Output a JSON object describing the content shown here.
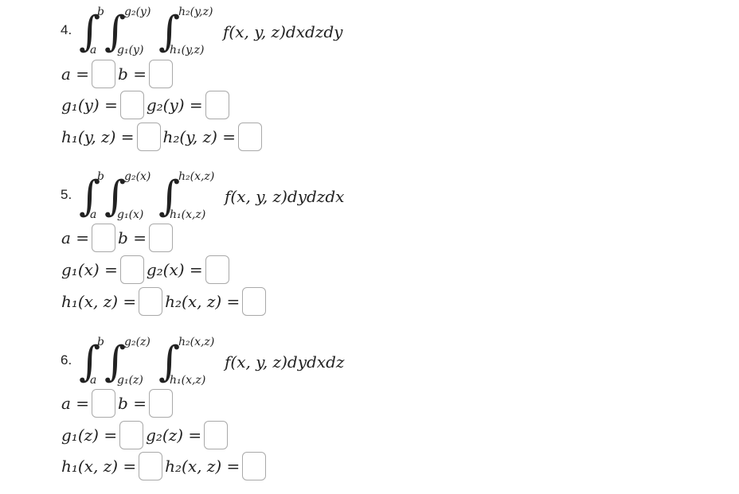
{
  "problems": [
    {
      "number": "4.",
      "lower_outer": "a",
      "upper_outer": "b",
      "lower_middle": "g₁(y)",
      "upper_middle": "g₂(y)",
      "lower_inner": "h₁(y,z)",
      "upper_inner": "h₂(y,z)",
      "integrand": "f(x, y, z)dxdzdy",
      "label_a": "a =",
      "label_b": "b =",
      "label_g1": "g₁(y) =",
      "label_g2": "g₂(y) =",
      "label_h1": "h₁(y, z) =",
      "label_h2": "h₂(y, z) =",
      "values": {
        "a": "",
        "b": "",
        "g1": "",
        "g2": "",
        "h1": "",
        "h2": ""
      }
    },
    {
      "number": "5.",
      "lower_outer": "a",
      "upper_outer": "b",
      "lower_middle": "g₁(x)",
      "upper_middle": "g₂(x)",
      "lower_inner": "h₁(x,z)",
      "upper_inner": "h₂(x,z)",
      "integrand": "f(x, y, z)dydzdx",
      "label_a": "a =",
      "label_b": "b =",
      "label_g1": "g₁(x) =",
      "label_g2": "g₂(x) =",
      "label_h1": "h₁(x, z) =",
      "label_h2": "h₂(x, z) =",
      "values": {
        "a": "",
        "b": "",
        "g1": "",
        "g2": "",
        "h1": "",
        "h2": ""
      }
    },
    {
      "number": "6.",
      "lower_outer": "a",
      "upper_outer": "b",
      "lower_middle": "g₁(z)",
      "upper_middle": "g₂(z)",
      "lower_inner": "h₁(x,z)",
      "upper_inner": "h₂(x,z)",
      "integrand": "f(x, y, z)dydxdz",
      "label_a": "a =",
      "label_b": "b =",
      "label_g1": "g₁(z) =",
      "label_g2": "g₂(z) =",
      "label_h1": "h₁(x, z) =",
      "label_h2": "h₂(x, z) =",
      "values": {
        "a": "",
        "b": "",
        "g1": "",
        "g2": "",
        "h1": "",
        "h2": ""
      }
    }
  ]
}
